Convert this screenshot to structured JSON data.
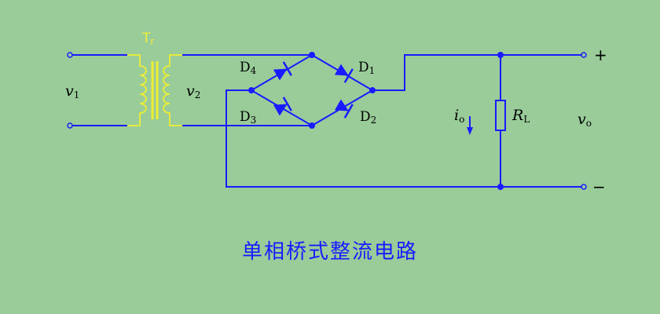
{
  "colors": {
    "background": "#99cc99",
    "wire": "#1a1aff",
    "transformer": "#eeee33",
    "label": "#000000",
    "caption": "#1a1aff"
  },
  "labels": {
    "transformer": {
      "main": "T",
      "sub": "r"
    },
    "v1": {
      "main": "v",
      "sub": "1"
    },
    "v2": {
      "main": "v",
      "sub": "2"
    },
    "d1": {
      "main": "D",
      "sub": "1"
    },
    "d2": {
      "main": "D",
      "sub": "2"
    },
    "d3": {
      "main": "D",
      "sub": "3"
    },
    "d4": {
      "main": "D",
      "sub": "4"
    },
    "io": {
      "main": "i",
      "sub": "o"
    },
    "rl": {
      "main": "R",
      "sub": "L"
    },
    "vo": {
      "main": "v",
      "sub": "o"
    },
    "plus": "+",
    "minus": "−"
  },
  "caption": "单相桥式整流电路"
}
